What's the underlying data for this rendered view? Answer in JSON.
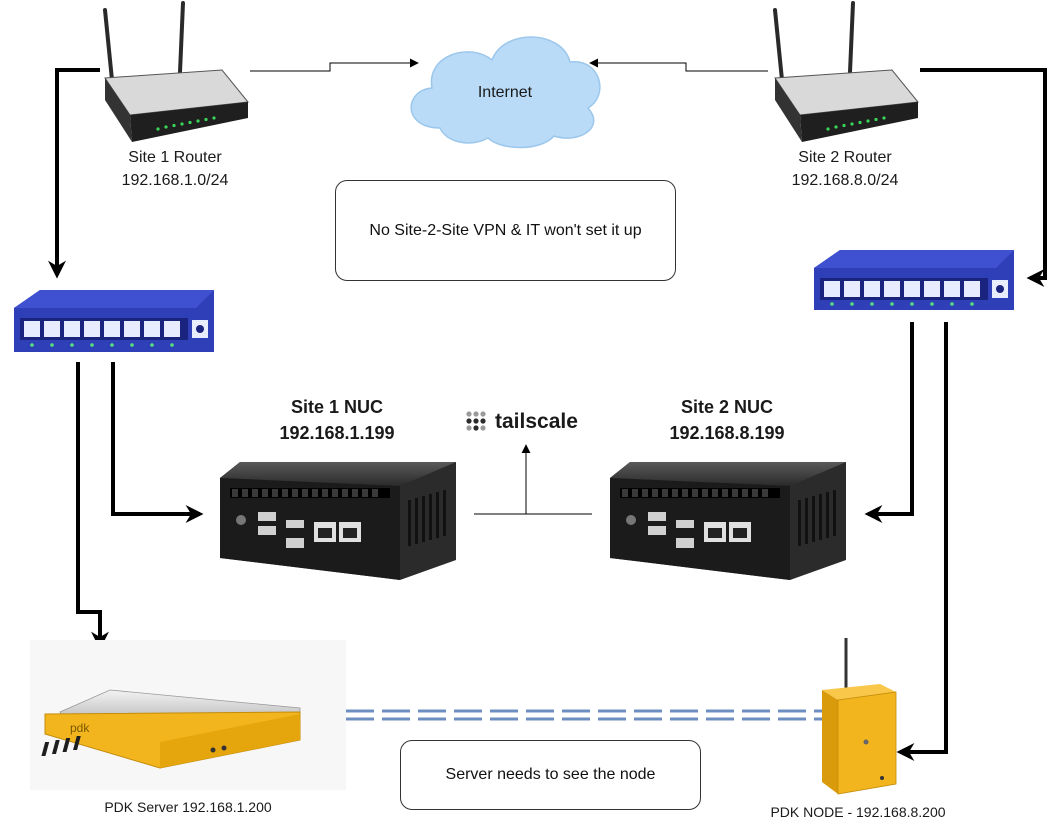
{
  "internet": {
    "label": "Internet"
  },
  "site1_router": {
    "name": "Site 1 Router",
    "subnet": "192.168.1.0/24"
  },
  "site2_router": {
    "name": "Site 2 Router",
    "subnet": "192.168.8.0/24"
  },
  "notes": {
    "vpn": "No Site-2-Site VPN & IT won't set it up",
    "server_node": "Server needs to see the node"
  },
  "site1_nuc": {
    "name": "Site 1 NUC",
    "ip": "192.168.1.199"
  },
  "site2_nuc": {
    "name": "Site 2 NUC",
    "ip": "192.168.8.199"
  },
  "tailscale": {
    "label": "tailscale"
  },
  "pdk_server": {
    "label": "PDK Server 192.168.1.200",
    "logo": "pdk"
  },
  "pdk_node": {
    "label": "PDK NODE - 192.168.8.200"
  },
  "colors": {
    "switch_blue": "#2f3fb8",
    "cloud_blue": "#b9dbf7",
    "pdk_yellow": "#f2b51e",
    "link_blue": "#5f86b8"
  }
}
